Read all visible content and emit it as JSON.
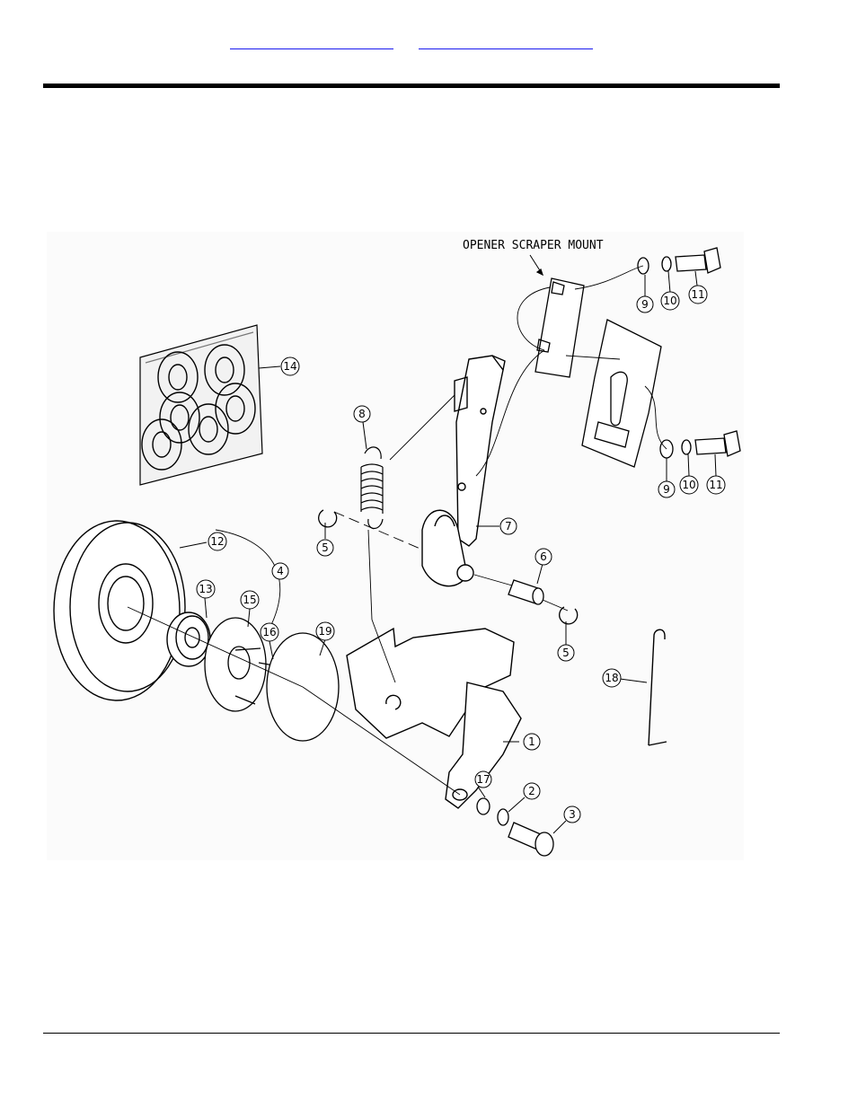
{
  "header": {
    "links": [
      {
        "name": "nav-link-1",
        "text": ""
      },
      {
        "name": "nav-link-2",
        "text": ""
      }
    ]
  },
  "diagram": {
    "mount_label": "OPENER SCRAPER MOUNT",
    "callouts": [
      "1",
      "2",
      "3",
      "4",
      "5",
      "5",
      "6",
      "7",
      "8",
      "9",
      "9",
      "10",
      "10",
      "11",
      "11",
      "12",
      "13",
      "14",
      "15",
      "16",
      "17",
      "18",
      "19"
    ]
  }
}
